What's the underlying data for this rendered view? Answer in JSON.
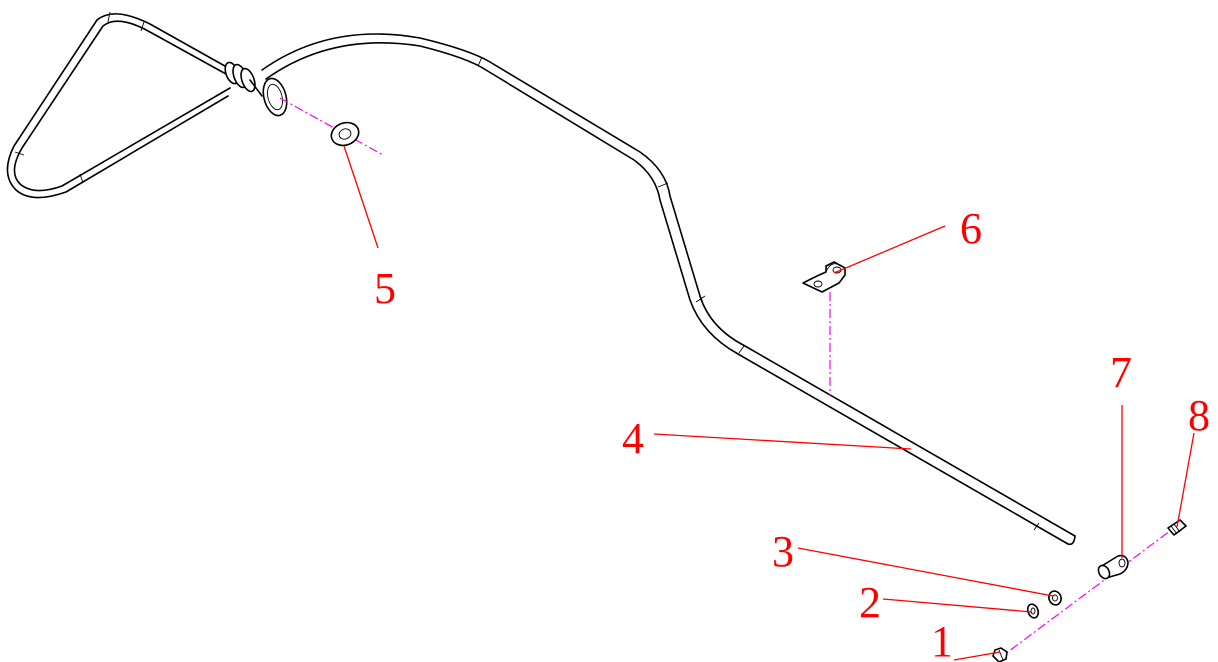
{
  "callouts": [
    {
      "id": "1",
      "label": "1"
    },
    {
      "id": "2",
      "label": "2"
    },
    {
      "id": "3",
      "label": "3"
    },
    {
      "id": "4",
      "label": "4"
    },
    {
      "id": "5",
      "label": "5"
    },
    {
      "id": "6",
      "label": "6"
    },
    {
      "id": "7",
      "label": "7"
    },
    {
      "id": "8",
      "label": "8"
    }
  ],
  "colors": {
    "callout": "#ff0000",
    "centerline": "#ff00ff",
    "outline": "#000000",
    "background": "#ffffff"
  }
}
